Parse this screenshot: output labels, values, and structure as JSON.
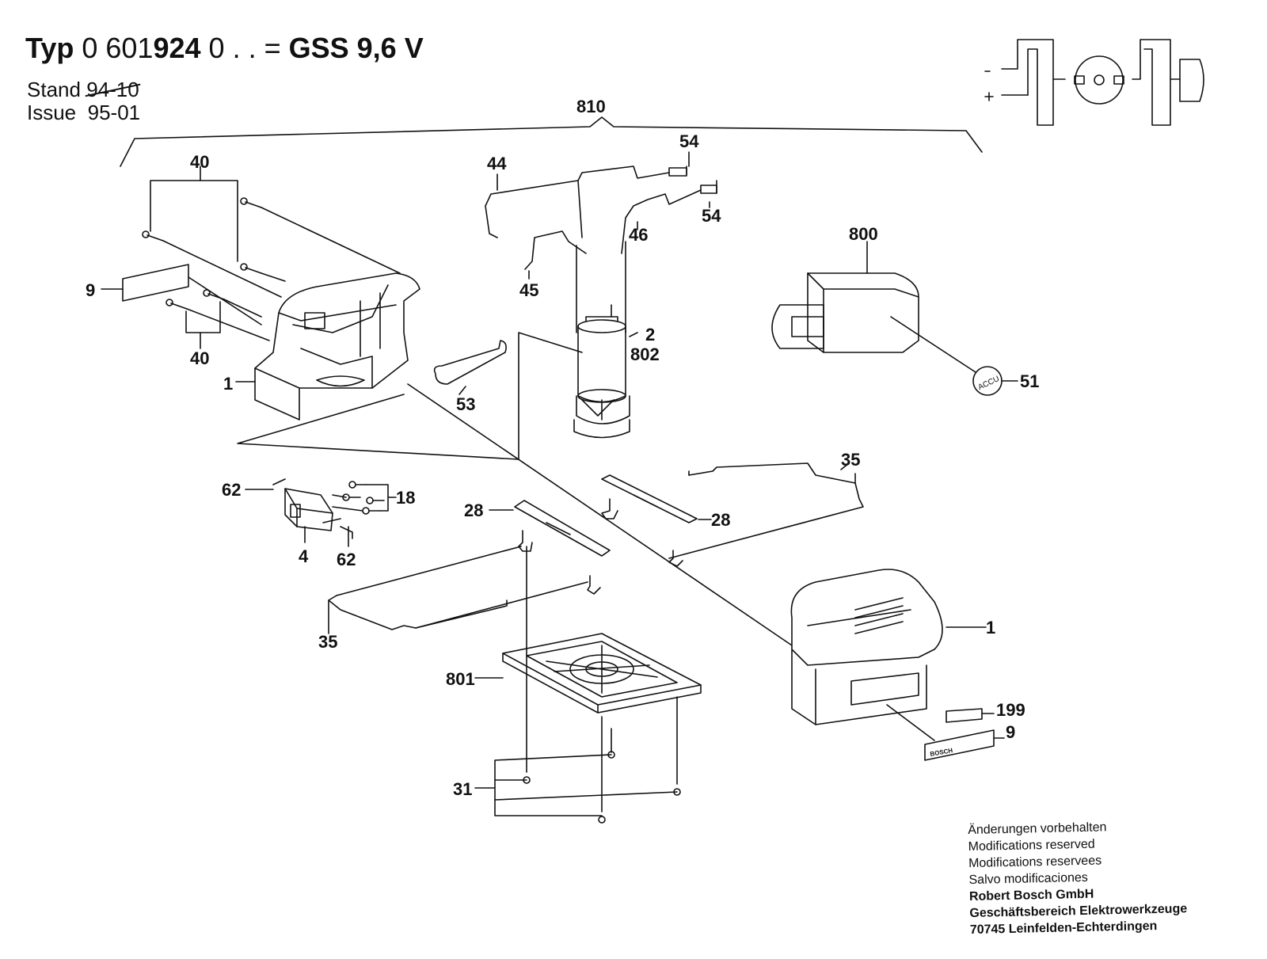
{
  "header": {
    "typ_label": "Typ",
    "typ_number_part1": "0 601",
    "typ_number_bold": "924",
    "typ_number_part2": "0 . . =",
    "model": "GSS 9,6 V",
    "stand_label": "Stand",
    "stand_value": "94-10",
    "issue_label": "Issue",
    "issue_value": "95-01"
  },
  "part_labels": {
    "p810": "810",
    "p40a": "40",
    "p40b": "40",
    "p9a": "9",
    "p1a": "1",
    "p44": "44",
    "p54a": "54",
    "p54b": "54",
    "p46": "46",
    "p45": "45",
    "p2": "2",
    "p802": "802",
    "p53": "53",
    "p800": "800",
    "p51": "51",
    "p35a": "35",
    "p28a": "28",
    "p28b": "28",
    "p62a": "62",
    "p18": "18",
    "p4": "4",
    "p62b": "62",
    "p35b": "35",
    "p1b": "1",
    "p801": "801",
    "p199": "199",
    "p9b": "9",
    "p31": "31"
  },
  "stamps": {
    "accu": "ACCU",
    "bosch": "BOSCH"
  },
  "footer": {
    "line1": "Änderungen vorbehalten",
    "line2": "Modifications reserved",
    "line3": "Modifications reservees",
    "line4": "Salvo modificaciones",
    "line5": "Robert Bosch GmbH",
    "line6": "Geschäftsbereich Elektrowerkzeuge",
    "line7": "70745 Leinfelden-Echterdingen"
  }
}
